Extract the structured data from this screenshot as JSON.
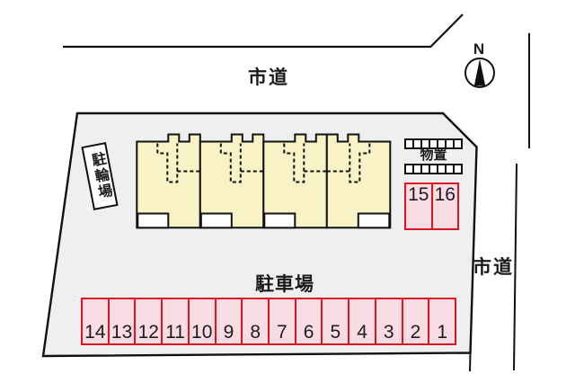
{
  "labels": {
    "road_top": "市道",
    "road_right": "市道",
    "bicycle_parking": "駐輪場",
    "storage": "物置",
    "parking_area": "駐車場",
    "compass_north": "N"
  },
  "parking": {
    "row_numbers": [
      "14",
      "13",
      "12",
      "11",
      "10",
      "9",
      "8",
      "7",
      "6",
      "5",
      "4",
      "3",
      "2",
      "1"
    ],
    "side_numbers": [
      "15",
      "16"
    ]
  },
  "colors": {
    "site_fill": "#efefef",
    "building_fill": "#f8f2c6",
    "stall_fill": "#f9dbe3",
    "stall_border": "#dc1424",
    "line": "#111111"
  }
}
